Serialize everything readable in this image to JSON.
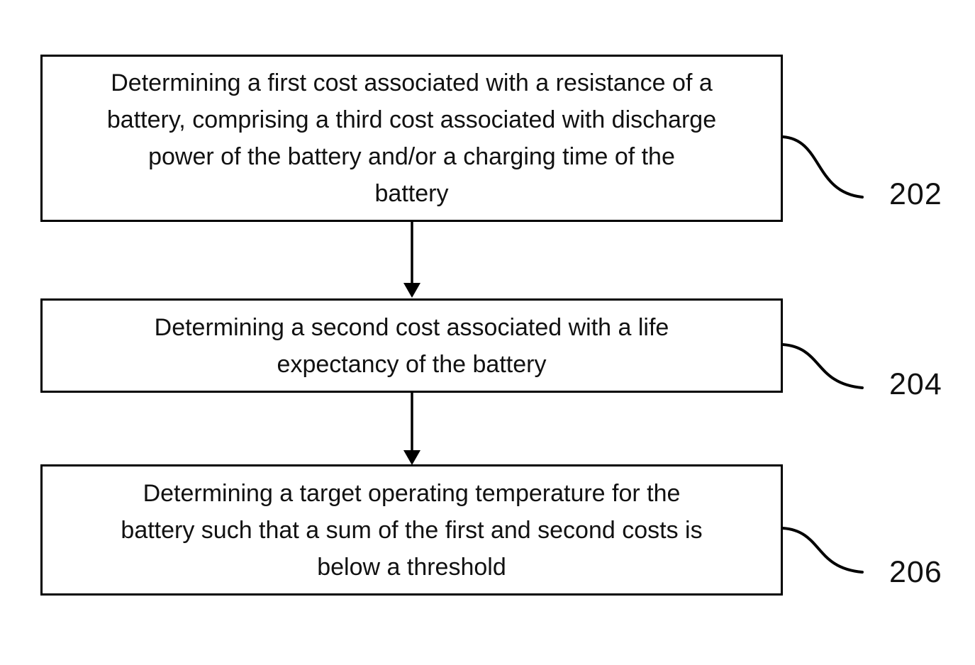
{
  "figure": {
    "background_color": "#ffffff",
    "ink_color": "#111111",
    "steps": [
      {
        "ref": "202",
        "lines": [
          "Determining a first cost associated with a resistance of a",
          "battery, comprising a third cost associated with discharge",
          "power of the battery and/or a charging time of the",
          "battery"
        ]
      },
      {
        "ref": "204",
        "lines": [
          "Determining a second cost associated with a life",
          "expectancy of the battery"
        ]
      },
      {
        "ref": "206",
        "lines": [
          "Determining a target operating temperature for the",
          "battery such that a sum of the first and second costs is",
          "below a threshold"
        ]
      }
    ]
  }
}
